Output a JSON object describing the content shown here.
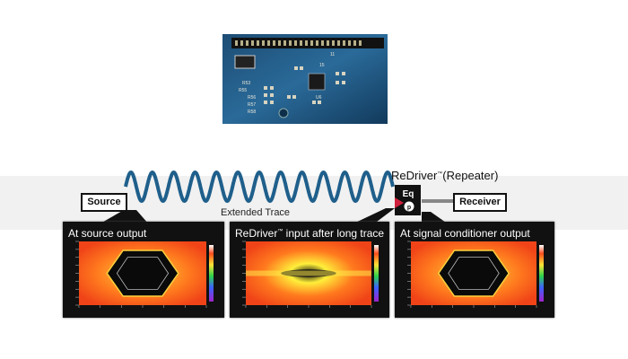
{
  "photo": {
    "silkscreen_labels": [
      "11",
      "15",
      "R53",
      "R55",
      "R56",
      "R57",
      "R58",
      "U6"
    ]
  },
  "diagram": {
    "source_label": "Source",
    "receiver_label": "Receiver",
    "redriver_title": "ReDriver",
    "redriver_suffix": "(Repeater)",
    "trademark": "™",
    "trace_label": "Extended Trace",
    "eq_label": "Eq",
    "colors": {
      "wave": "#1f5f8b",
      "arrow": "#888888",
      "panel_bg": "#111111",
      "eq_accent": "#d01f3c"
    }
  },
  "panels": [
    {
      "title": "At source output",
      "prefix": "At source output",
      "tm": "",
      "suffix": ""
    },
    {
      "title": "ReDriver input after long trace",
      "prefix": "ReDriver",
      "tm": "™",
      "suffix": " input after long trace"
    },
    {
      "title": "At signal conditioner output",
      "prefix": "At signal conditioner output",
      "tm": "",
      "suffix": ""
    }
  ]
}
